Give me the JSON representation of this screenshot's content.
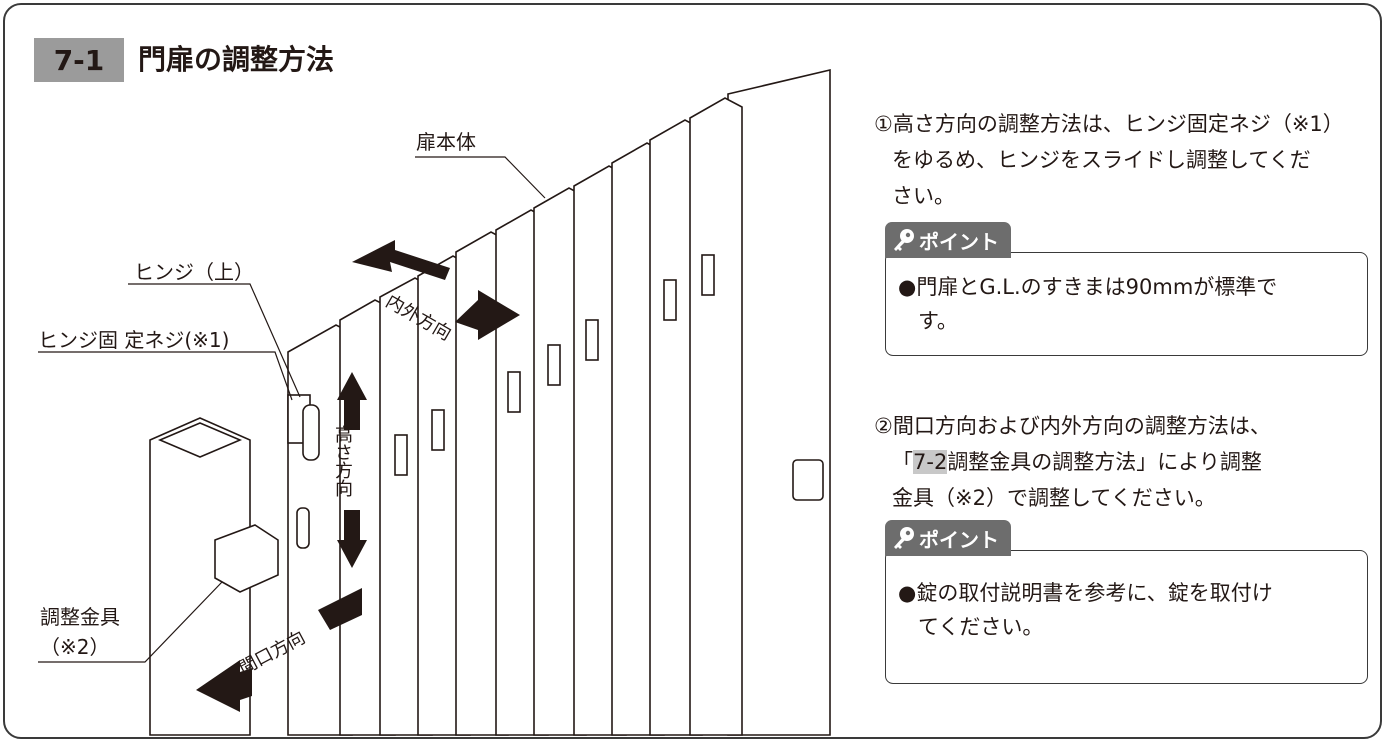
{
  "section": {
    "number": "7-1",
    "title": "門扉の調整方法"
  },
  "labels": {
    "door_body": "扉本体",
    "hinge_top": "ヒンジ（上）",
    "hinge_screw": "ヒンジ固 定ネジ(※1)",
    "adjuster_line1": "調整金具",
    "adjuster_line2": "（※2）",
    "inout_direction": "内外方向",
    "height_direction": "高さ方向",
    "width_direction": "間口方向"
  },
  "step1": {
    "line1": "①高さ方向の調整方法は、ヒンジ固定ネジ（※1）",
    "line2": "をゆるめ、ヒンジをスライドし調整してくだ",
    "line3": "さい。"
  },
  "point1": {
    "tab": "ポイント",
    "line1": "●門扉とG.L.のすきまは90mmが標準で",
    "line2": "す。"
  },
  "step2": {
    "line1": "②間口方向および内外方向の調整方法は、",
    "line2_open": "「",
    "line2_ref": "7-2",
    "line2_rest": "調整金具の調整方法」により調整",
    "line3": "金具（※2）で調整してください。"
  },
  "point2": {
    "tab": "ポイント",
    "line1": "●錠の取付説明書を参考に、錠を取付け",
    "line2": "てください。"
  },
  "icons": {
    "tab_icon": "key-icon"
  }
}
